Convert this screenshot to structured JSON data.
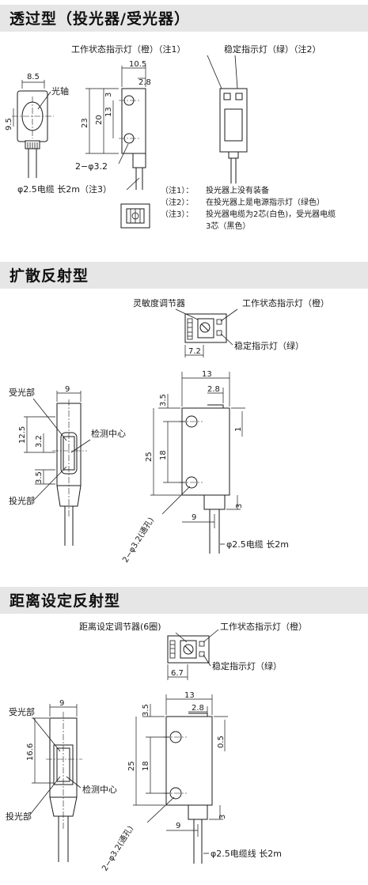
{
  "sections": [
    {
      "title": "透过型（投光器/受光器）",
      "callouts": {
        "status_led": "工作状态指示灯（橙）（注1）",
        "stable_led": "稳定指示灯（绿）（注2）",
        "optical_axis": "光轴",
        "mount_holes": "2−φ3.2",
        "cable": "φ2.5电缆 长2m（注3）"
      },
      "dims": {
        "w_8_5": "8.5",
        "h_9_5": "9.5",
        "d_10_5": "10.5",
        "d_2_8": "2.8",
        "h_3": "3",
        "h_13": "13",
        "h_20": "20",
        "h_23": "23"
      },
      "notes": [
        {
          "tag": "（注1）：",
          "text": "投光器上没有装备"
        },
        {
          "tag": "（注2）：",
          "text": "在投光器上是电源指示灯（绿色）"
        },
        {
          "tag": "（注3）：",
          "text": "投光器电缆为2芯(白色)，受光器电缆"
        },
        {
          "tag": "",
          "text": "3芯（黑色）"
        }
      ]
    },
    {
      "title": "扩散反射型",
      "callouts": {
        "sensitivity_adj": "灵敏度调节器",
        "status_led": "工作状态指示灯（橙）",
        "stable_led": "稳定指示灯（绿）",
        "receiver": "受光部",
        "emitter": "投光部",
        "center": "检测中心",
        "mount_holes": "2−φ3.2(通孔)",
        "cable": "φ2.5电缆 长2m"
      },
      "dims": {
        "top_7_2": "7.2",
        "w_9": "9",
        "h_12_5": "12.5",
        "h_3_2": "3.2",
        "h_3_5_left": "3.5",
        "w_13": "13",
        "w_2_8": "2.8",
        "h_3_5": "3.5",
        "h_1": "1",
        "h_25": "25",
        "h_18": "18",
        "h_3": "3",
        "w_9_bottom": "9"
      }
    },
    {
      "title": "距离设定反射型",
      "callouts": {
        "distance_adj": "距离设定调节器(6圈)",
        "status_led": "工作状态指示灯（橙）",
        "stable_led": "稳定指示灯（绿）",
        "receiver": "受光部",
        "emitter": "投光部",
        "center": "检测中心",
        "mount_holes": "2−φ3.2(通孔)",
        "cable": "φ2.5电缆线 长2m"
      },
      "dims": {
        "top_6_7": "6.7",
        "w_9": "9",
        "h_16_6": "16.6",
        "w_13": "13",
        "w_2_8": "2.8",
        "h_3_5": "3.5",
        "h_0_5": "0.5",
        "h_25": "25",
        "h_18": "18",
        "h_3": "3",
        "w_9_bottom": "9"
      }
    }
  ]
}
